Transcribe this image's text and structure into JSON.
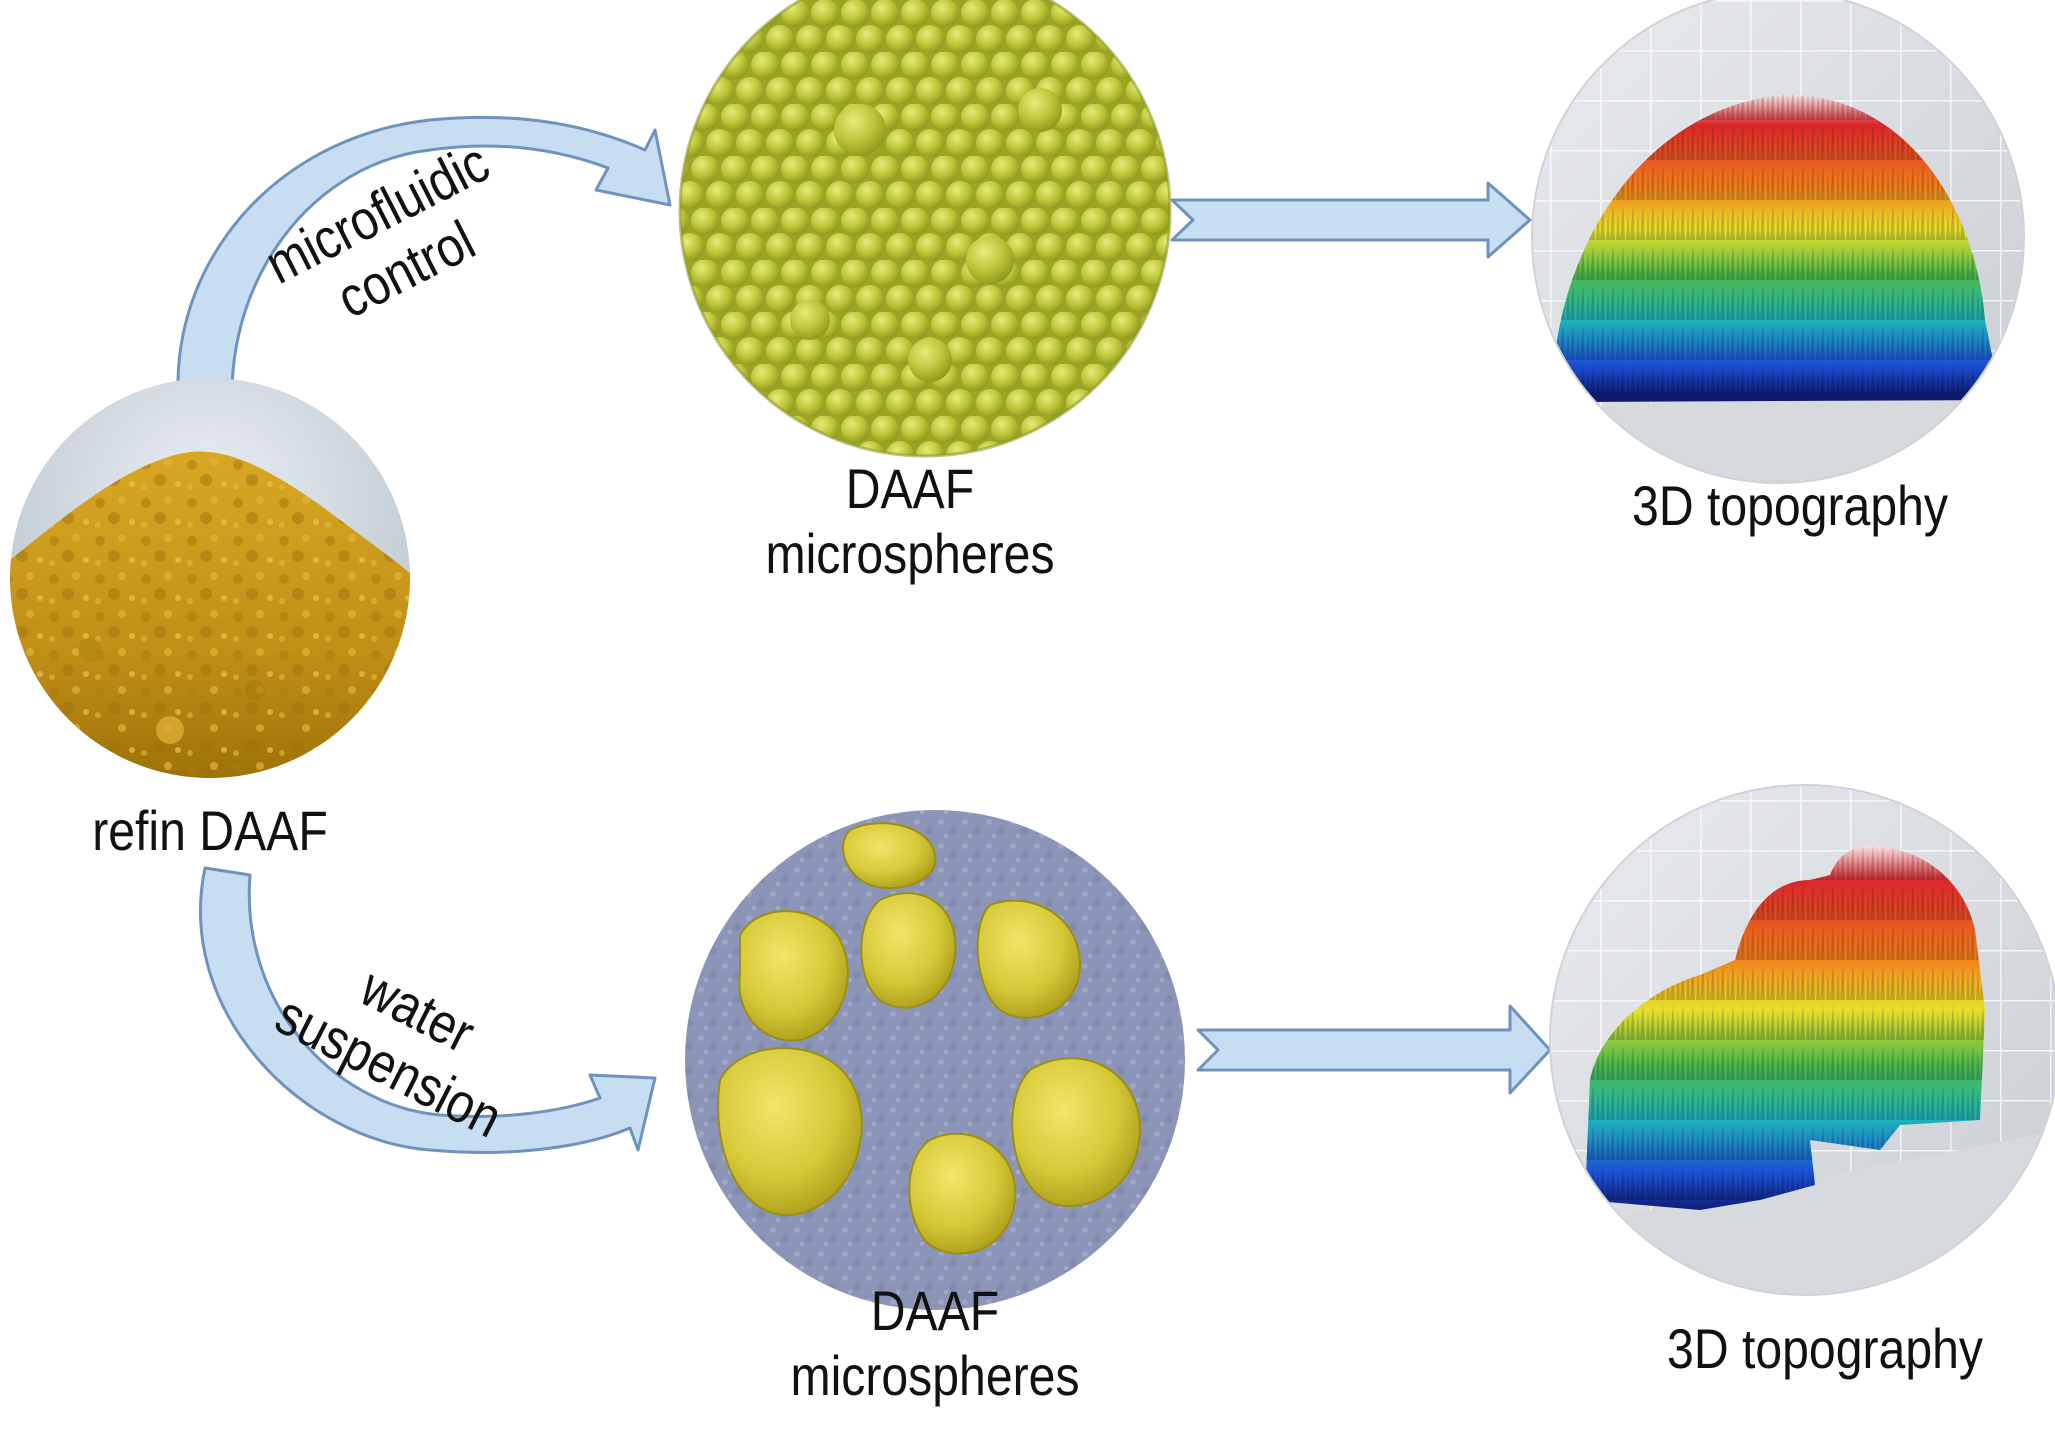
{
  "nodes": {
    "raw": {
      "label": "refin DAAF"
    },
    "micro_top": {
      "label_line1": "DAAF",
      "label_line2": "microspheres"
    },
    "micro_bottom": {
      "label_line1": "DAAF",
      "label_line2": "microspheres"
    },
    "topo_top": {
      "label": "3D topography"
    },
    "topo_bottom": {
      "label": "3D topography"
    }
  },
  "edges": {
    "upper_curve": {
      "label_line1": "microfluidic",
      "label_line2": "control"
    },
    "lower_curve": {
      "label_line1": "water",
      "label_line2": "suspension"
    }
  },
  "colors": {
    "arrow_fill": "#c6ddf2",
    "arrow_stroke": "#6f93bd",
    "powder": "#c99a1d",
    "spheres": "#b5bf2c",
    "particles": "#d9cf3c",
    "substrate": "#8d96b8"
  },
  "icons": {
    "raw": "yellow-powder-pile",
    "micro_top": "green-yellow-spherical-beads",
    "micro_bottom": "yellow-irregular-particles",
    "topo_top": "3d-dome-heightmap",
    "topo_bottom": "3d-irregular-heightmap"
  }
}
